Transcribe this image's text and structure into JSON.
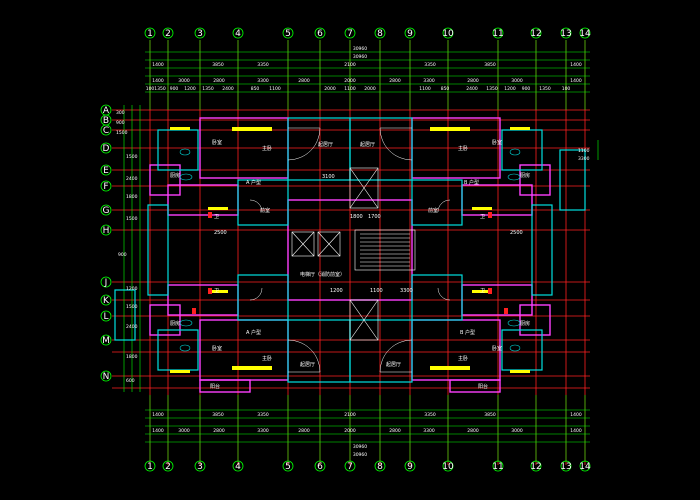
{
  "drawing": {
    "top_overall": "30960",
    "bottom_overall": "30960",
    "top_segments": [
      "1400",
      "3850",
      "3350",
      "2100",
      "3350",
      "3850",
      "1400"
    ],
    "top_mid_row": [
      "1400",
      "3000",
      "2800",
      "3300",
      "2800",
      "2000",
      "2800",
      "3300",
      "2800",
      "3000",
      "1400"
    ],
    "top_detail_row": [
      "100",
      "1350",
      "900",
      "1200",
      "1350",
      "2400",
      "850",
      "1100",
      "2000",
      "1100",
      "2000",
      "1100",
      "850",
      "2400",
      "1350",
      "1200",
      "900",
      "1350",
      "100"
    ],
    "bottom_mid_row": [
      "1400",
      "3850",
      "3350",
      "2100",
      "3350",
      "3850",
      "1400"
    ],
    "bottom_detail_row": [
      "1400",
      "3000",
      "2800",
      "3300",
      "2800",
      "2000",
      "2800",
      "3300",
      "2800",
      "3000",
      "1400"
    ],
    "left_dims": [
      "300",
      "900",
      "1500",
      "1500",
      "2400",
      "1800",
      "1500",
      "900",
      "1200",
      "1500",
      "2400",
      "1800",
      "600"
    ],
    "right_dims": [
      "1100",
      "3300"
    ],
    "grid_axes": {
      "top": [
        "1",
        "2",
        "3",
        "4",
        "5",
        "6",
        "7",
        "8",
        "9",
        "10",
        "11",
        "12",
        "13",
        "14"
      ],
      "bottom": [
        "1",
        "2",
        "3",
        "4",
        "5",
        "6",
        "7",
        "8",
        "9",
        "10",
        "11",
        "12",
        "13",
        "14"
      ],
      "left": [
        "A",
        "B",
        "C",
        "D",
        "E",
        "F",
        "G",
        "H",
        "J",
        "K",
        "L",
        "M",
        "N"
      ]
    },
    "room_labels": {
      "living_room": "起居厅",
      "bedroom": "卧室",
      "master_bedroom": "主卧",
      "kitchen": "厨房",
      "toilet": "卫",
      "balcony": "阳台",
      "hall": "前室",
      "elevator_hall": "电梯厅（消防前室）",
      "unit_a": "A 户型",
      "unit_b": "B 户型",
      "dim_3100": "3100",
      "dim_1800": "1800",
      "dim_1700": "1700",
      "dim_2500": "2500",
      "dim_3300": "3300",
      "dim_1100": "1100",
      "dim_1200": "1200"
    },
    "colors": {
      "background": "#000000",
      "grid_red": "#ff2020",
      "wall_magenta": "#ff40ff",
      "wall_cyan": "#00e0e0",
      "dim_green": "#00ff00",
      "window_yellow": "#ffff00",
      "text_white": "#ffffff"
    }
  }
}
